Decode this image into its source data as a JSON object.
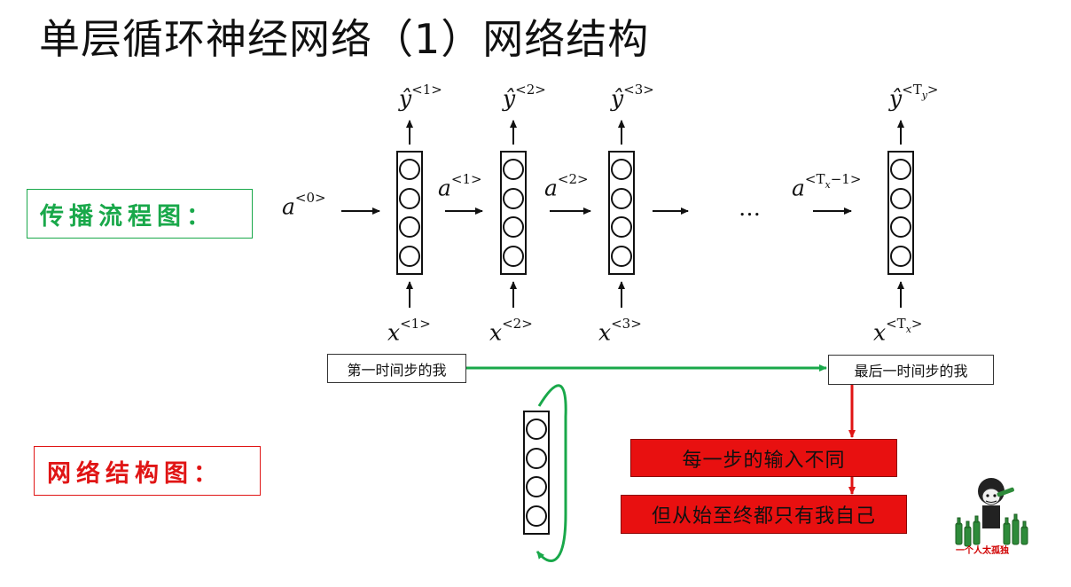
{
  "title": "单层循环神经网络（1）网络结构",
  "labels": {
    "propagation": "传播流程图：",
    "structure": "网络结构图："
  },
  "diagram": {
    "initial_activation": {
      "base": "a",
      "sup": "<0>"
    },
    "outputs": [
      {
        "base": "ŷ",
        "sup": "<1>"
      },
      {
        "base": "ŷ",
        "sup": "<2>"
      },
      {
        "base": "ŷ",
        "sup": "<3>"
      },
      {
        "base": "ŷ",
        "sup": "<T",
        "sub": "y",
        "sup_end": ">"
      }
    ],
    "inputs": [
      {
        "base": "x",
        "sup": "<1>"
      },
      {
        "base": "x",
        "sup": "<2>"
      },
      {
        "base": "x",
        "sup": "<3>"
      },
      {
        "base": "x",
        "sup": "<T",
        "sub": "x",
        "sup_end": ">"
      }
    ],
    "activations": [
      {
        "base": "a",
        "sup": "<1>"
      },
      {
        "base": "a",
        "sup": "<2>"
      },
      {
        "base": "a",
        "sup": "<T",
        "sub": "x",
        "sup_end": "−1>"
      }
    ],
    "ellipsis": "…"
  },
  "annotations": {
    "first_step": "第一时间步的我",
    "last_step": "最后一时间步的我",
    "different_input": "每一步的输入不同",
    "only_me": "但从始至终都只有我自己"
  },
  "sticker": {
    "caption": "一个人太孤独"
  },
  "colors": {
    "green": "#19a84a",
    "red": "#e01515",
    "red_fill": "#e81010"
  }
}
